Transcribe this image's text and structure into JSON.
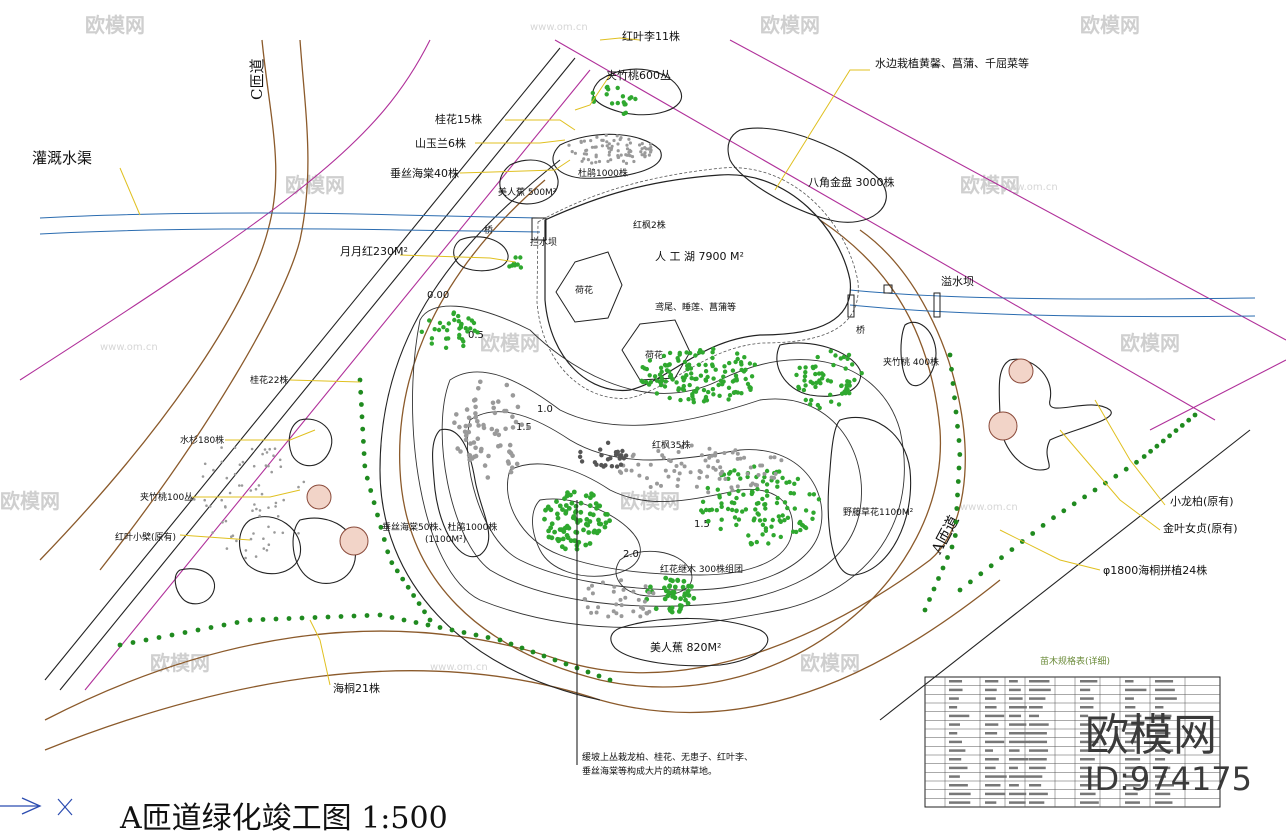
{
  "title": {
    "main": "A匝道绿化竣工图  1:500"
  },
  "labels": {
    "hongyeli": "红叶李11株",
    "jiazhutao600": "夹竹桃600丛",
    "guihua15": "桂花15株",
    "shanyulan": "山玉兰6株",
    "chuisi40": "垂丝海棠40株",
    "meirenjiao500": "美人蕉 500M²",
    "dujuan1000": "杜鹃1000株",
    "qiao": "桥",
    "hongfeng": "红枫2株",
    "yueyuehong": "月月红230M²",
    "jiangshuiba": "拦水坝",
    "lake": "人 工 湖 7900 M²",
    "lotus1": "荷花",
    "lotus2": "荷花",
    "lakeside": "鸢尾、睡莲、菖蒲等",
    "shuibian": "水边栽植黄馨、菖蒲、千屈菜等",
    "bajiaojinpan": "八角金盘 3000株",
    "lanshuiba": "溢水坝",
    "qiao2": "桥",
    "jiazhutao400": "夹竹桃 400株",
    "guihua22": "桂花22株",
    "shuishan": "水杉180株",
    "jiazhutao100": "夹竹桃100丛",
    "hongyexiaoye": "红叶小檗(原有)",
    "hongfeng2": "红枫35株",
    "chuisi50": "垂丝海棠50株、杜鹃1000株",
    "chuisi50_area": "(1100M²)",
    "shuwu": "野藤草花1100M²",
    "hongbaozhi": "红花继木 300株组团",
    "meirenjiao820": "美人蕉 820M²",
    "haitong21": "海桐21株",
    "xiaolongbai": "小龙柏(原有)",
    "jinyenvzhen": "金叶女贞(原有)",
    "haitong24": "φ1800海桐拼植24株",
    "note_line1": "缓坡上丛栽龙柏、桂花、无患子、红叶李、",
    "note_line2": "垂丝海棠等构成大片的疏林草地。",
    "guangai": "灌溉水渠",
    "road_c": "C匝道",
    "road_a": "A匝道",
    "table_title": "苗木规格表(详细)"
  },
  "contours": [
    "0.00",
    "0.5",
    "1.0",
    "1.5",
    "1.5",
    "2.0"
  ],
  "watermark": {
    "brand": "欧模网",
    "url": "www.om.cn",
    "id": "ID:974175"
  },
  "colors": {
    "road": "#8b5a2b",
    "road_edge": "#b0309a",
    "leader": "#e0c020",
    "water": "#2b6cb0",
    "planting": "#2fa82f"
  }
}
